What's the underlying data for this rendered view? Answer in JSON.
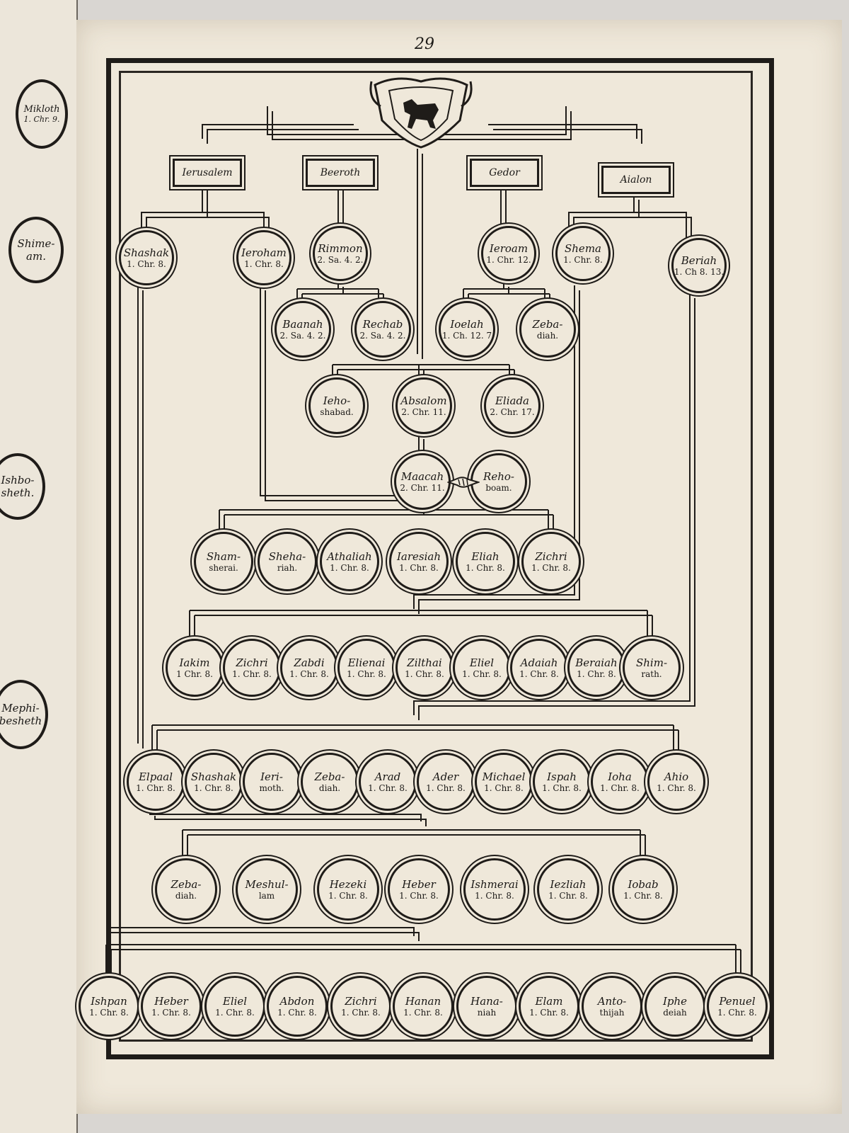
{
  "page": {
    "number": "29"
  },
  "left_page": {
    "fragments": [
      {
        "name": "Mikloth",
        "ref": "1. Chr. 9."
      },
      {
        "name": "Shime-",
        "ref": "am."
      },
      {
        "name": "Ishbo-",
        "ref": "sheth."
      },
      {
        "name": "Mephi-",
        "ref": "besheth"
      }
    ]
  },
  "banners": {
    "b1": "Ierusalem",
    "b2": "Beeroth",
    "b3": "Gedor",
    "b4": "Aialon"
  },
  "nodes": {
    "r1": [
      {
        "name": "Shashak",
        "ref": "1. Chr. 8."
      },
      {
        "name": "Ieroham",
        "ref": "1. Chr. 8."
      },
      {
        "name": "Rimmon",
        "ref": "2. Sa. 4. 2."
      },
      {
        "name": "Ieroam",
        "ref": "1. Chr. 12."
      },
      {
        "name": "Shema",
        "ref": "1. Chr. 8."
      },
      {
        "name": "Beriah",
        "ref": "1. Ch 8. 13."
      }
    ],
    "r2": [
      {
        "name": "Baanah",
        "ref": "2. Sa. 4. 2."
      },
      {
        "name": "Rechab",
        "ref": "2. Sa. 4. 2."
      },
      {
        "name": "Ioelah",
        "ref": "1. Ch. 12. 7"
      },
      {
        "name": "Zeba-",
        "ref": "diah."
      }
    ],
    "r3": [
      {
        "name": "Ieho-",
        "ref": "shabad."
      },
      {
        "name": "Absalom",
        "ref": "2. Chr. 11."
      },
      {
        "name": "Eliada",
        "ref": "2. Chr. 17."
      }
    ],
    "r4": [
      {
        "name": "Maacah",
        "ref": "2. Chr. 11."
      },
      {
        "name": "Reho-",
        "ref": "boam."
      }
    ],
    "r5": [
      {
        "name": "Sham-",
        "ref": "sherai."
      },
      {
        "name": "Sheha-",
        "ref": "riah."
      },
      {
        "name": "Athaliah",
        "ref": "1. Chr. 8."
      },
      {
        "name": "Iaresiah",
        "ref": "1. Chr. 8."
      },
      {
        "name": "Eliah",
        "ref": "1. Chr. 8."
      },
      {
        "name": "Zichri",
        "ref": "1. Chr. 8."
      }
    ],
    "r6": [
      {
        "name": "Iakim",
        "ref": "1 Chr. 8."
      },
      {
        "name": "Zichri",
        "ref": "1. Chr. 8."
      },
      {
        "name": "Zabdi",
        "ref": "1. Chr. 8."
      },
      {
        "name": "Elienai",
        "ref": "1. Chr. 8."
      },
      {
        "name": "Zilthai",
        "ref": "1. Chr. 8."
      },
      {
        "name": "Eliel",
        "ref": "1. Chr. 8."
      },
      {
        "name": "Adaiah",
        "ref": "1. Chr. 8."
      },
      {
        "name": "Beraiah",
        "ref": "1. Chr. 8."
      },
      {
        "name": "Shim-",
        "ref": "rath."
      }
    ],
    "r7": [
      {
        "name": "Elpaal",
        "ref": "1. Chr. 8."
      },
      {
        "name": "Shashak",
        "ref": "1. Chr. 8."
      },
      {
        "name": "Ieri-",
        "ref": "moth."
      },
      {
        "name": "Zeba-",
        "ref": "diah."
      },
      {
        "name": "Arad",
        "ref": "1. Chr. 8."
      },
      {
        "name": "Ader",
        "ref": "1. Chr. 8."
      },
      {
        "name": "Michael",
        "ref": "1. Chr. 8."
      },
      {
        "name": "Ispah",
        "ref": "1. Chr. 8."
      },
      {
        "name": "Ioha",
        "ref": "1. Chr. 8."
      },
      {
        "name": "Ahio",
        "ref": "1. Chr. 8."
      }
    ],
    "r8": [
      {
        "name": "Zeba-",
        "ref": "diah."
      },
      {
        "name": "Meshul-",
        "ref": "lam"
      },
      {
        "name": "Hezeki",
        "ref": "1. Chr. 8."
      },
      {
        "name": "Heber",
        "ref": "1. Chr. 8."
      },
      {
        "name": "Ishmerai",
        "ref": "1. Chr. 8."
      },
      {
        "name": "Iezliah",
        "ref": "1. Chr. 8."
      },
      {
        "name": "Iobab",
        "ref": "1. Chr. 8."
      }
    ],
    "r9": [
      {
        "name": "Ishpan",
        "ref": "1. Chr. 8."
      },
      {
        "name": "Heber",
        "ref": "1. Chr. 8."
      },
      {
        "name": "Eliel",
        "ref": "1. Chr. 8."
      },
      {
        "name": "Abdon",
        "ref": "1. Chr. 8."
      },
      {
        "name": "Zichri",
        "ref": "1. Chr. 8."
      },
      {
        "name": "Hanan",
        "ref": "1. Chr. 8."
      },
      {
        "name": "Hana-",
        "ref": "niah"
      },
      {
        "name": "Elam",
        "ref": "1. Chr. 8."
      },
      {
        "name": "Anto-",
        "ref": "thijah"
      },
      {
        "name": "Iphe",
        "ref": "deiah"
      },
      {
        "name": "Penuel",
        "ref": "1. Chr. 8."
      }
    ]
  },
  "colors": {
    "paper": "#efe8da",
    "ink": "#1f1c19",
    "background": "#d9d6d2"
  },
  "icons": {
    "crest": "wolf-shield-icon",
    "handshake": "clasped-hands-icon"
  }
}
